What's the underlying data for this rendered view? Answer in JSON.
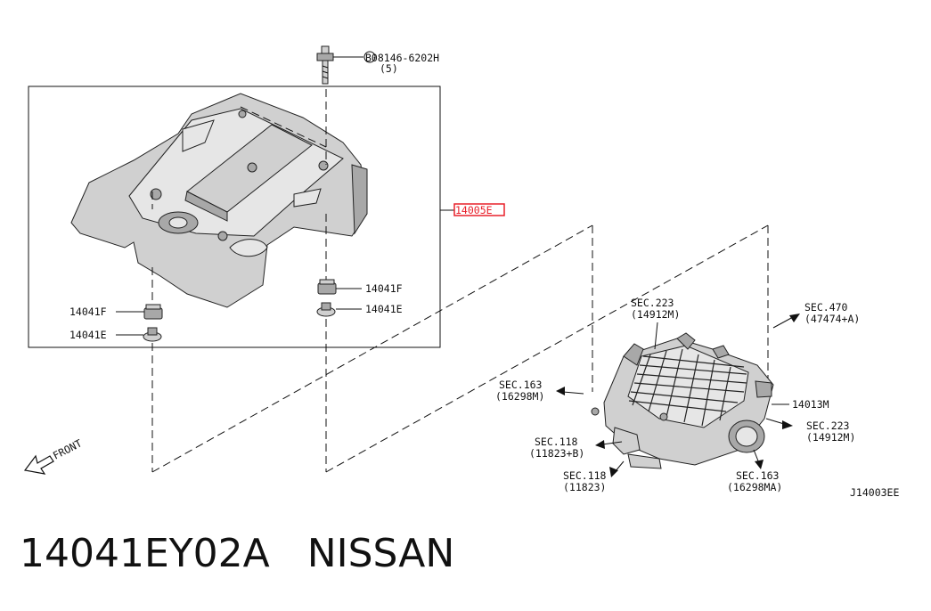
{
  "callouts": {
    "bolt": "B08146-6202H",
    "bolt_qty": "(5)",
    "cover_part": "14005E",
    "grommet_f_right": "14041F",
    "grommet_e_right": "14041E",
    "grommet_f_left": "14041F",
    "grommet_e_left": "14041E",
    "sec223_top": "SEC.223",
    "sec223_top_ref": "(14912M)",
    "sec470": "SEC.470",
    "sec470_ref": "(47474+A)",
    "sec163_left": "SEC.163",
    "sec163_left_ref": "(16298M)",
    "collector": "14013M",
    "sec223_right": "SEC.223",
    "sec223_right_ref": "(14912M)",
    "sec118_upper": "SEC.118",
    "sec118_upper_ref": "(11823+B)",
    "sec118_lower": "SEC.118",
    "sec118_lower_ref": "(11823)",
    "sec163_bottom": "SEC.163",
    "sec163_bottom_ref": "(16298MA)",
    "front": "FRONT",
    "diagram_id": "J14003EE"
  },
  "footer": {
    "title": "14041EY02A   NISSAN"
  },
  "colors": {
    "highlight": "#e8202a",
    "ink": "#111111"
  }
}
